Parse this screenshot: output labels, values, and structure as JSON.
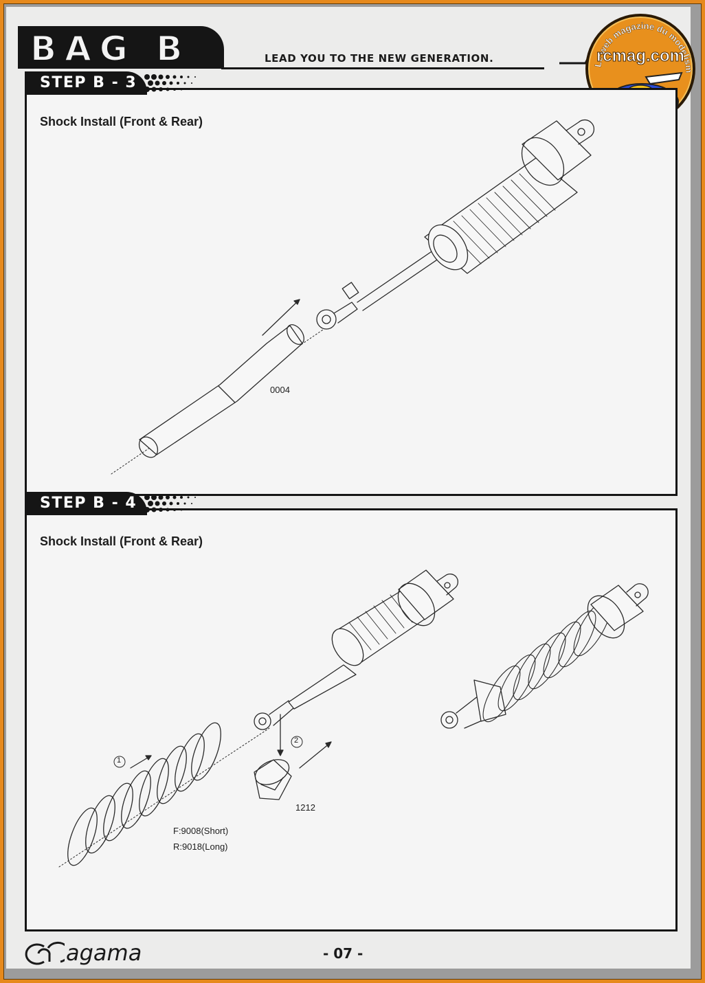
{
  "header": {
    "bag_title": "BAG B",
    "tagline": "LEAD YOU TO THE NEW GENERATION."
  },
  "watermark": {
    "site": "rcmag.com",
    "slogan": "Le web magazine du modelisme"
  },
  "steps": [
    {
      "label": "STEP B - 3",
      "title": "Shock Install (Front & Rear)",
      "parts": [
        {
          "number": "0004"
        }
      ]
    },
    {
      "label": "STEP B - 4",
      "title": "Shock Install (Front & Rear)",
      "parts": [
        {
          "number": "1212"
        }
      ],
      "spring_front": "F:9008(Short)",
      "spring_rear": "R:9018(Long)",
      "sequence": [
        "1",
        "2"
      ]
    }
  ],
  "footer": {
    "brand": "agama",
    "page_number": "- 07 -"
  },
  "colors": {
    "frame": "#e6891c",
    "page": "#9c9c9c",
    "paper": "#ececeb",
    "ink": "#151515"
  }
}
